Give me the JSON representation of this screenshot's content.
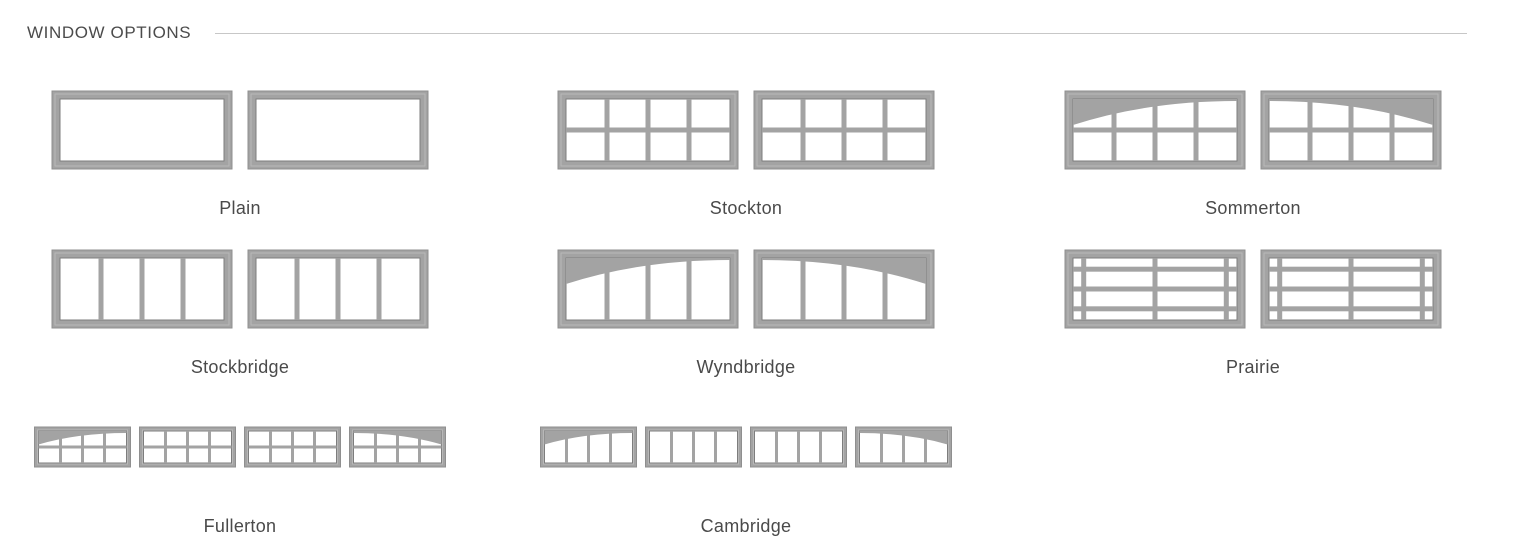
{
  "section": {
    "title": "WINDOW OPTIONS"
  },
  "colors": {
    "frame": "#a3a3a3",
    "frame_border": "#8f8f8f",
    "glass": "#ffffff",
    "text": "#4a4a4a",
    "rule": "#c7c7c7"
  },
  "options": [
    {
      "id": "plain",
      "name": "Plain",
      "panes": 2,
      "grid": "plain"
    },
    {
      "id": "stockton",
      "name": "Stockton",
      "panes": 2,
      "grid": "stockton"
    },
    {
      "id": "sommerton",
      "name": "Sommerton",
      "panes": 2,
      "grid": "sommerton"
    },
    {
      "id": "stockbridge",
      "name": "Stockbridge",
      "panes": 2,
      "grid": "stockbridge"
    },
    {
      "id": "wyndbridge",
      "name": "Wyndbridge",
      "panes": 2,
      "grid": "wyndbridge"
    },
    {
      "id": "prairie",
      "name": "Prairie",
      "panes": 2,
      "grid": "prairie"
    },
    {
      "id": "fullerton",
      "name": "Fullerton",
      "panes": 4,
      "grid": "fullerton"
    },
    {
      "id": "cambridge",
      "name": "Cambridge",
      "panes": 4,
      "grid": "cambridge"
    }
  ]
}
